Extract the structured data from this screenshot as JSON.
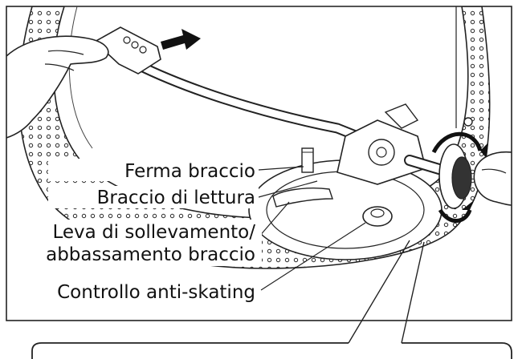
{
  "labels": {
    "arm_rest": "Ferma braccio",
    "tone_arm": "Braccio di lettura",
    "lift_lever_line1": "Leva di sollevamento/",
    "lift_lever_line2": "abbassamento braccio",
    "anti_skating": "Controllo anti-skating"
  },
  "callout_box_text": ""
}
